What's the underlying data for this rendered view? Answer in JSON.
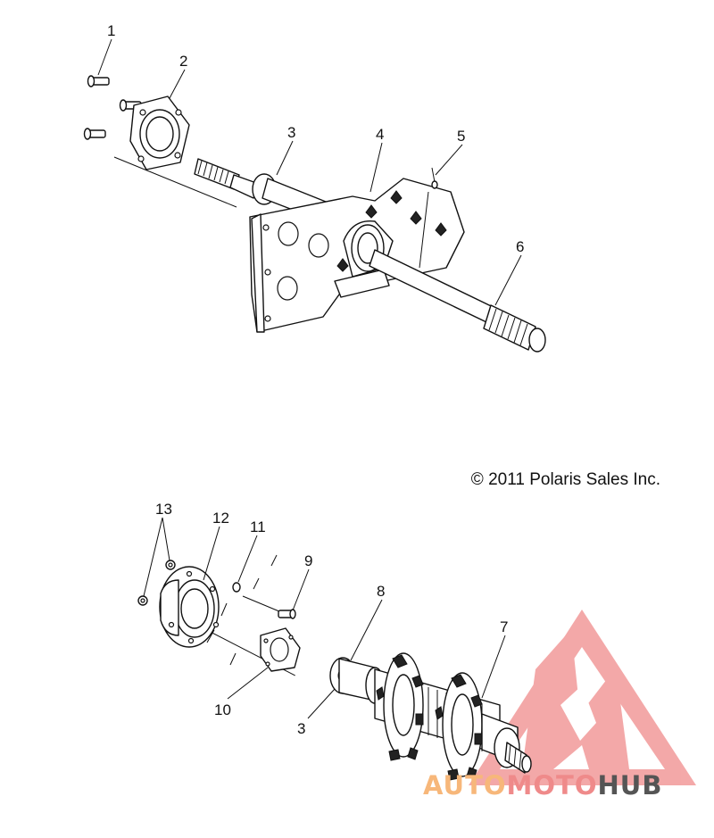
{
  "copyright": "© 2011 Polaris Sales Inc.",
  "callouts": [
    "1",
    "2",
    "3",
    "4",
    "5",
    "6",
    "13",
    "12",
    "11",
    "9",
    "8",
    "7",
    "10",
    "3"
  ],
  "watermark": {
    "part1": "AUTO",
    "part2": "MOTO",
    "part3": "HUB",
    "color_orange": "#f7b77a",
    "color_red": "#ef8a8a",
    "color_gray": "#555555"
  },
  "colors": {
    "line": "#111111",
    "background": "#ffffff"
  }
}
